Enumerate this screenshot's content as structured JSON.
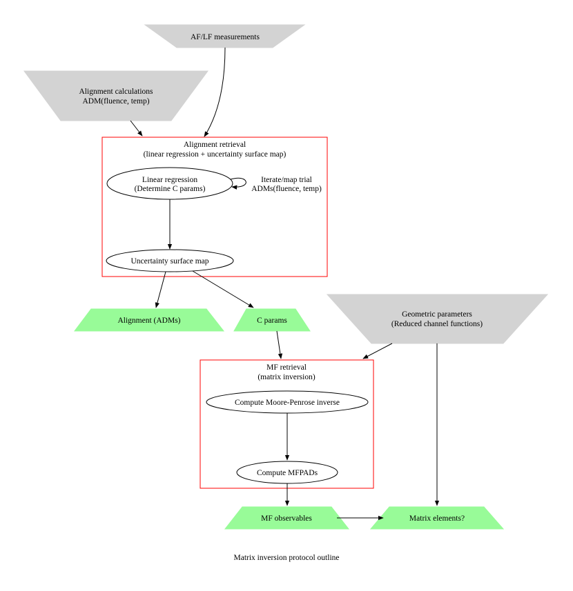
{
  "diagram": {
    "inputs": {
      "af_lf": "AF/LF measurements",
      "alignment_calc": [
        "Alignment calculations",
        "ADM(fluence, temp)"
      ],
      "geometric": [
        "Geometric parameters",
        "(Reduced channel functions)"
      ]
    },
    "clusters": {
      "alignment_retrieval": [
        "Alignment retrieval",
        "(linear regression + uncertainty surface map)"
      ],
      "mf_retrieval": [
        "MF retrieval",
        "(matrix inversion)"
      ]
    },
    "processes": {
      "linear_regression": [
        "Linear regression",
        "(Determine C params)"
      ],
      "iterate_label": [
        "Iterate/map trial",
        "ADMs(fluence, temp)"
      ],
      "uncertainty_map": "Uncertainty surface map",
      "moore_penrose": "Compute Moore-Penrose inverse",
      "mfpads": "Compute MFPADs"
    },
    "outputs": {
      "alignment_adms": "Alignment (ADMs)",
      "c_params": "C params",
      "mf_observables": "MF observables",
      "matrix_elements": "Matrix elements?"
    },
    "caption": "Matrix inversion protocol outline"
  },
  "colors": {
    "input_fill": "#d3d3d3",
    "output_fill": "#98fb98",
    "cluster_border": "#ff0000",
    "edge": "#000000"
  }
}
